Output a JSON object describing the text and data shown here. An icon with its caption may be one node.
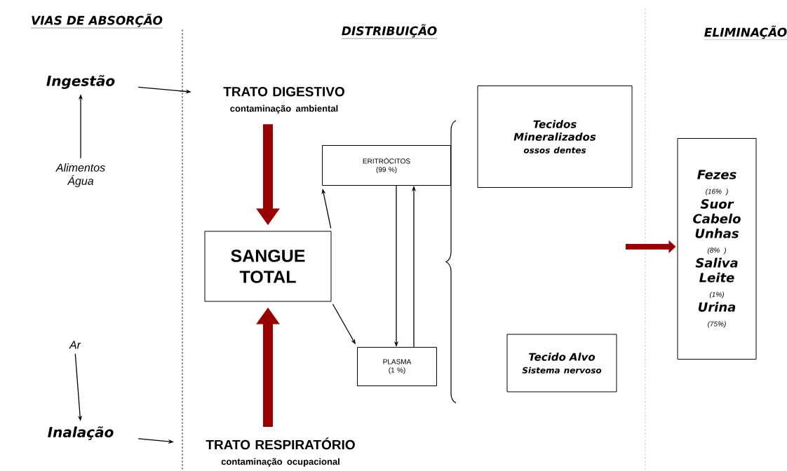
{
  "diagram": {
    "nodes": [
      {
        "text": [
          "Ingestão"
        ]
      },
      {
        "text": [
          "Alimentos Água"
        ]
      },
      {
        "text": [
          "Ar"
        ]
      },
      {
        "text": [
          "Inalação"
        ]
      },
      {
        "text": [
          "TRATO DIGESTIVO",
          "contaminação ambiental"
        ]
      },
      {
        "text": [
          "SANGUE TOTAL"
        ]
      },
      {
        "text": [
          "TRATO RESPIRATÓRIO",
          "contaminação ocupacional"
        ]
      },
      {
        "text": [
          "ERITRÓCITOS (99 %)"
        ]
      },
      {
        "text": [
          "PLASMA (1 %)"
        ]
      },
      {
        "text": [
          "Tecidos Mineralizados",
          "ossos dentes"
        ]
      },
      {
        "text": [
          "Tecido Alvo",
          "Sistema nervoso"
        ]
      },
      {
        "text": [
          "Fezes",
          "(16% )",
          "Suor",
          "Cabelo",
          "Unhas",
          "(8% )",
          "Saliva",
          "Leite",
          "(1%)",
          "Urina",
          "(75%)"
        ]
      }
    ],
    "edges": [
      {
        "from": 1,
        "to": 0,
        "arrow": "to"
      },
      {
        "from": 2,
        "to": 3,
        "arrow": "to"
      },
      {
        "from": 0,
        "to": 4,
        "arrow": "to"
      },
      {
        "from": 3,
        "to": 6,
        "arrow": "to"
      },
      {
        "from": 4,
        "to": 5,
        "arrow": "to",
        "style": "thick",
        "color": "#990000"
      },
      {
        "from": 6,
        "to": 5,
        "arrow": "to",
        "style": "thick",
        "color": "#990000"
      },
      {
        "from": 5,
        "to": 7,
        "arrow": "to"
      },
      {
        "from": 5,
        "to": 8,
        "arrow": "to"
      },
      {
        "from": 7,
        "to": 8,
        "arrow": "to"
      },
      {
        "from": 8,
        "to": 7,
        "arrow": "to"
      },
      {
        "from": null,
        "to": 11,
        "arrow": "to",
        "style": "thick",
        "color": "#990000"
      }
    ],
    "labels": [
      "VIAS DE ABSORÇÃO",
      "DISTRIBUIÇÃO",
      "ELIMINAÇÃO"
    ]
  }
}
